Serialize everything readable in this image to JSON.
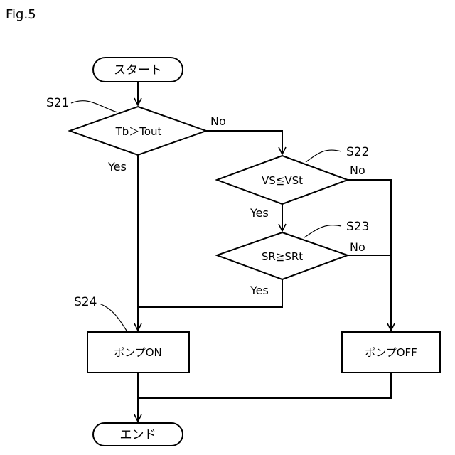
{
  "figure_label": "Fig.5",
  "start": "スタート",
  "end": "エンド",
  "steps": {
    "s21": {
      "id": "S21",
      "condition": "Tb＞Tout",
      "yes": "Yes",
      "no": "No"
    },
    "s22": {
      "id": "S22",
      "condition": "VS≦VSt",
      "yes": "Yes",
      "no": "No"
    },
    "s23": {
      "id": "S23",
      "condition": "SR≧SRt",
      "yes": "Yes",
      "no": "No"
    },
    "s24": {
      "id": "S24",
      "action": "ポンプON"
    },
    "pump_off": {
      "action": "ポンプOFF"
    }
  }
}
